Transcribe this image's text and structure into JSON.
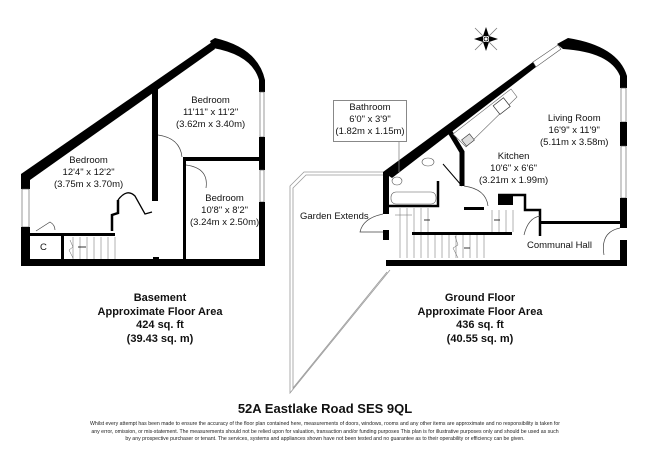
{
  "basement": {
    "rooms": [
      {
        "name": "Bedroom",
        "imperial": "11'11\" x 11'2\"",
        "metric": "(3.62m x 3.40m)"
      },
      {
        "name": "Bedroom",
        "imperial": "12'4\" x 12'2\"",
        "metric": "(3.75m x 3.70m)"
      },
      {
        "name": "Bedroom",
        "imperial": "10'8\" x 8'2\"",
        "metric": "(3.24m x 2.50m)"
      }
    ],
    "cupboard_label": "C",
    "area": {
      "title": "Basement",
      "subtitle": "Approximate Floor Area",
      "sq_ft": "424 sq. ft",
      "sq_m": "(39.43 sq. m)"
    }
  },
  "ground_floor": {
    "rooms": [
      {
        "name": "Bathroom",
        "imperial": "6'0\" x 3'9\"",
        "metric": "(1.82m x 1.15m)"
      },
      {
        "name": "Living Room",
        "imperial": "16'9\" x 11'9\"",
        "metric": "(5.11m x 3.58m)"
      },
      {
        "name": "Kitchen",
        "imperial": "10'6\" x 6'6\"",
        "metric": "(3.21m x 1.99m)"
      }
    ],
    "garden_label": "Garden Extends",
    "hall_label": "Communal Hall",
    "area": {
      "title": "Ground Floor",
      "subtitle": "Approximate Floor Area",
      "sq_ft": "436 sq. ft",
      "sq_m": "(40.55 sq. m)"
    }
  },
  "compass": {
    "icon": "compass-rose-icon"
  },
  "address": "52A Eastlake Road SES 9QL",
  "disclaimer": [
    "Whilst every attempt has been made to ensure the accuracy of the floor plan contained here, measurements of doors, windows, rooms and any other items are approximate and no responsibility is taken for",
    "any error, omission, or mis-statement. The measurements should not be relied upon for valuation, transaction and/or funding purposes This plan is for illustrative purposes only and should be used as such",
    "by any prospective purchaser or tenant. The services, systems and appliances shown have not been tested and no guarantee as to their operability or efficiency can be given."
  ],
  "colors": {
    "wall": "#000000",
    "background": "#ffffff",
    "thin_line": "#888888"
  }
}
